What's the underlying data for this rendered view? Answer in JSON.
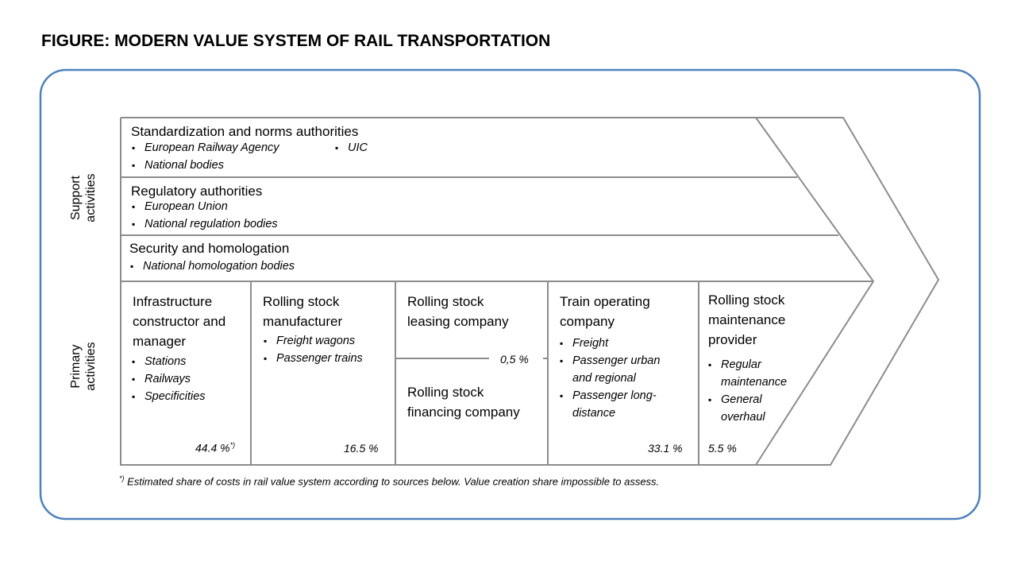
{
  "title": "FIGURE: MODERN VALUE SYSTEM OF RAIL TRANSPORTATION",
  "side_labels": {
    "support": [
      "Support",
      "activities"
    ],
    "primary": [
      "Primary",
      "activities"
    ]
  },
  "support": [
    {
      "heading": "Standardization and norms authorities",
      "items": [
        "European Railway Agency",
        "UIC",
        "National bodies"
      ]
    },
    {
      "heading": "Regulatory authorities",
      "items": [
        "European Union",
        "National regulation bodies"
      ]
    },
    {
      "heading": "Security and homologation",
      "items": [
        "National homologation bodies"
      ]
    }
  ],
  "primary": [
    {
      "heading": [
        "Infrastructure",
        "constructor and",
        "manager"
      ],
      "items": [
        "Stations",
        "Railways",
        "Specificities"
      ],
      "share": "44.4 %",
      "share_note": "*)"
    },
    {
      "heading": [
        "Rolling stock",
        "manufacturer"
      ],
      "items": [
        "Freight wagons",
        "Passenger trains"
      ],
      "share": "16.5 %"
    },
    {
      "heading": [
        "Rolling stock",
        "leasing company"
      ],
      "heading2": [
        "Rolling stock",
        "financing company"
      ],
      "share": "0,5 %"
    },
    {
      "heading": [
        "Train operating",
        "company"
      ],
      "items": [
        "Freight",
        "Passenger urban",
        "and regional",
        "Passenger long-",
        "distance"
      ],
      "share": "33.1 %"
    },
    {
      "heading": [
        "Rolling stock",
        "maintenance",
        "provider"
      ],
      "items": [
        "Regular",
        "maintenance",
        "General",
        "overhaul"
      ],
      "share": "5.5 %"
    }
  ],
  "footnote": {
    "mark": "*)",
    "text": " Estimated  share of costs in rail value system according to sources below. Value creation share impossible to assess."
  },
  "colors": {
    "frame": "#4f81bd",
    "lines": "#8c8c8c"
  }
}
